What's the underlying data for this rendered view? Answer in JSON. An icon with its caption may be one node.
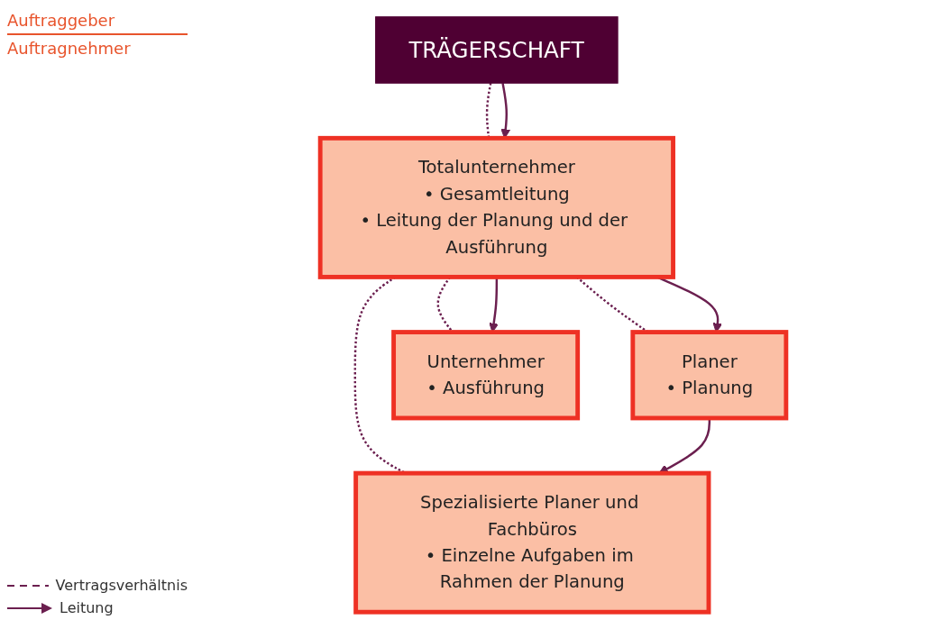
{
  "diagram": {
    "nodes": [
      {
        "text": [
          "TRÄGERSCHAFT"
        ]
      },
      {
        "text": [
          "Totalunternehmer",
          "• Gesamtleitung",
          "• Leitung der Planung und der Ausführung"
        ]
      },
      {
        "text": [
          "Spezialisierte Planer und Fachbüros",
          "• Einzelne Aufgaben im Rahmen der Planung"
        ]
      },
      {
        "text": [
          "Planer",
          "• Planung"
        ]
      },
      {
        "text": [
          "Unternehmer",
          "• Ausführung"
        ]
      }
    ],
    "edges": [
      {
        "from": 0,
        "to": 1,
        "arrow": "none",
        "style": "dashed"
      },
      {
        "from": 0,
        "to": 1,
        "arrow": "to"
      },
      {
        "from": 1,
        "to": 2,
        "arrow": "none",
        "style": "dashed"
      },
      {
        "from": 1,
        "to": 3,
        "arrow": "none",
        "style": "dashed"
      },
      {
        "from": 1,
        "to": 3,
        "arrow": "to"
      },
      {
        "from": 1,
        "to": 4,
        "arrow": "none",
        "style": "dashed"
      },
      {
        "from": 1,
        "to": 4,
        "arrow": "to"
      },
      {
        "from": 3,
        "to": 2,
        "arrow": "to"
      }
    ],
    "labels": [
      "Auftraggeber",
      "Auftragnehmer"
    ],
    "legend": [
      {
        "text": "Vertragsverhältnis"
      },
      {
        "text": "Leitung"
      }
    ]
  }
}
